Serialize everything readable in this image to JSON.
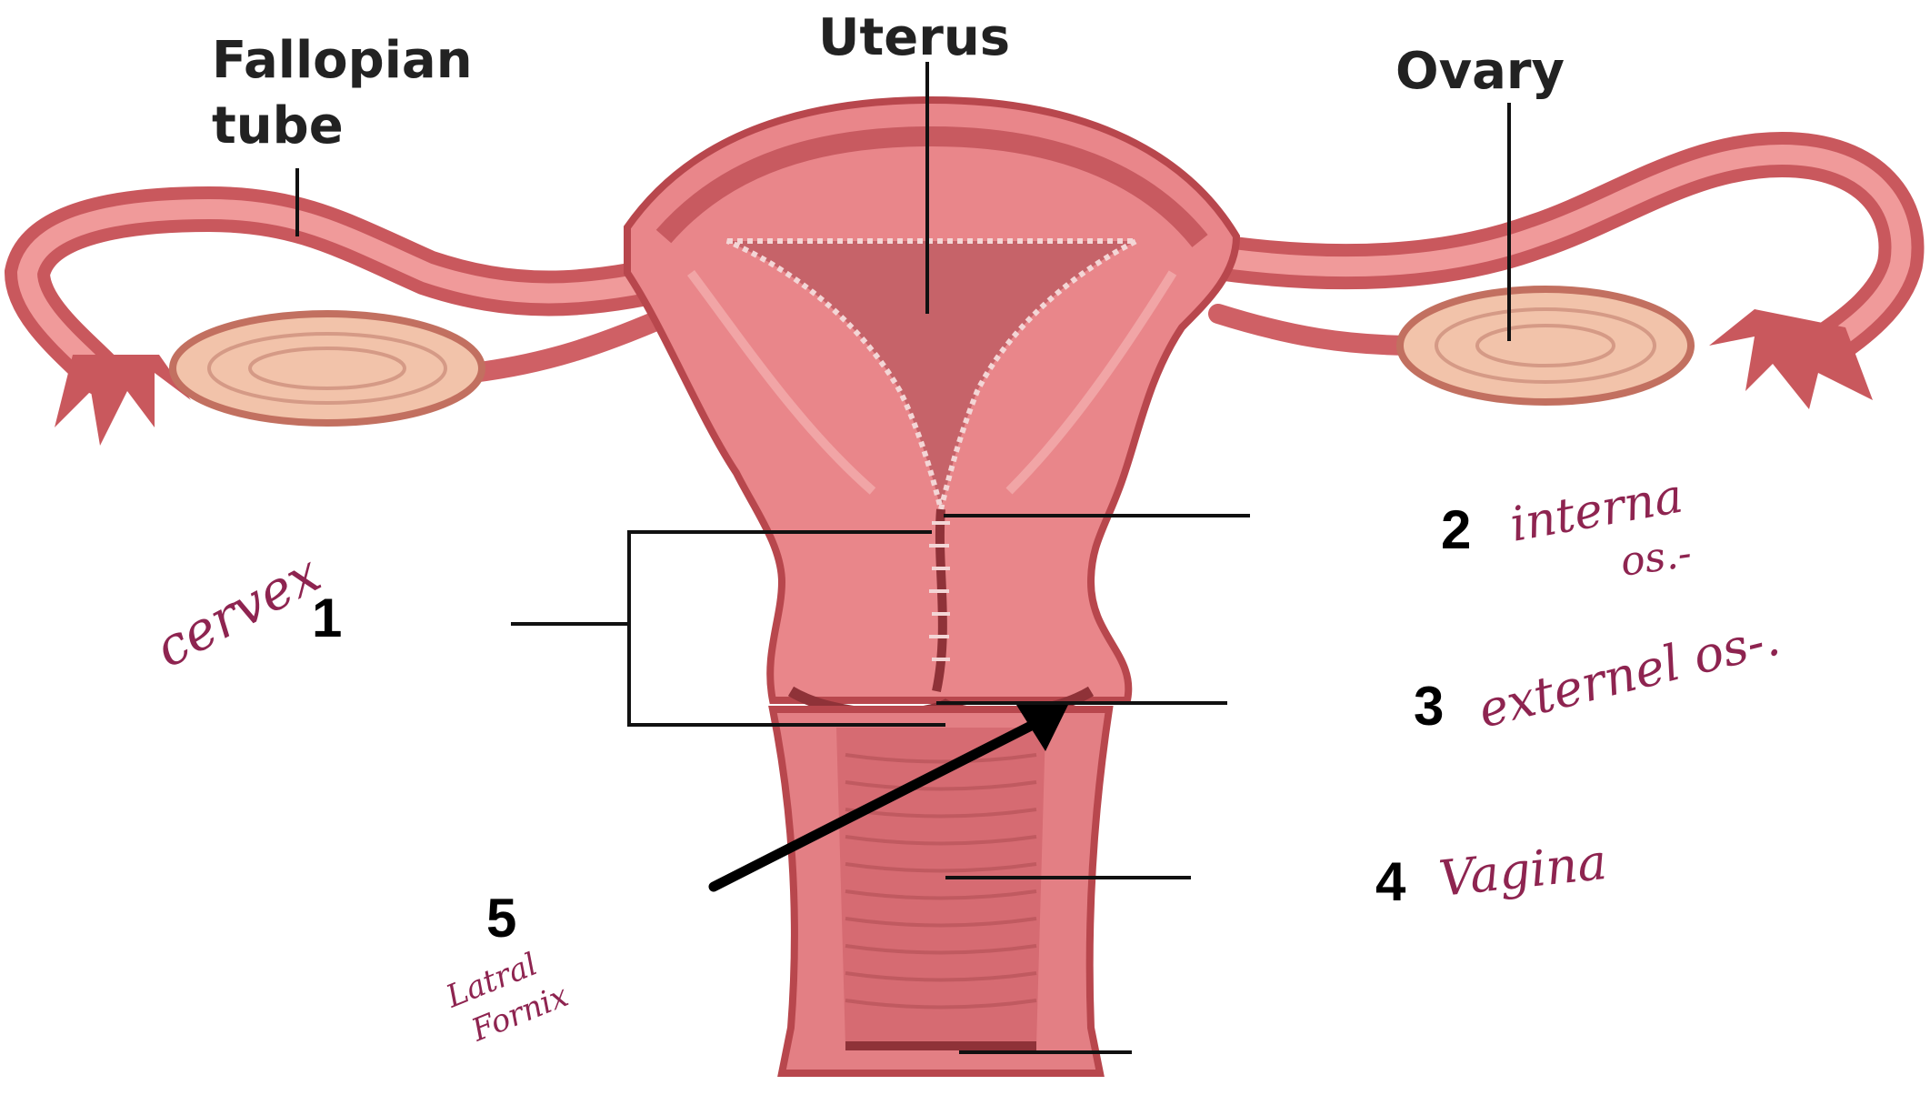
{
  "labels": {
    "fallopian_line1": "Fallopian",
    "fallopian_line2": "tube",
    "uterus": "Uterus",
    "ovary": "Ovary"
  },
  "numbers": {
    "n1": "1",
    "n2": "2",
    "n3": "3",
    "n4": "4",
    "n5": "5"
  },
  "handwriting": {
    "cervix": "cervex",
    "internal_line1": "interna",
    "internal_line2": "os.-",
    "external": "externel os-.",
    "vagina": "Vagina",
    "lateral_line1": "Latral",
    "lateral_line2": "Fornix"
  },
  "colors": {
    "tissue": "#e9868a",
    "tissue_dark": "#b8474d",
    "lining": "#f0a6a6",
    "ovary": "#f2c3aa",
    "handwriting": "#8e2450",
    "leader_line": "#111111"
  }
}
